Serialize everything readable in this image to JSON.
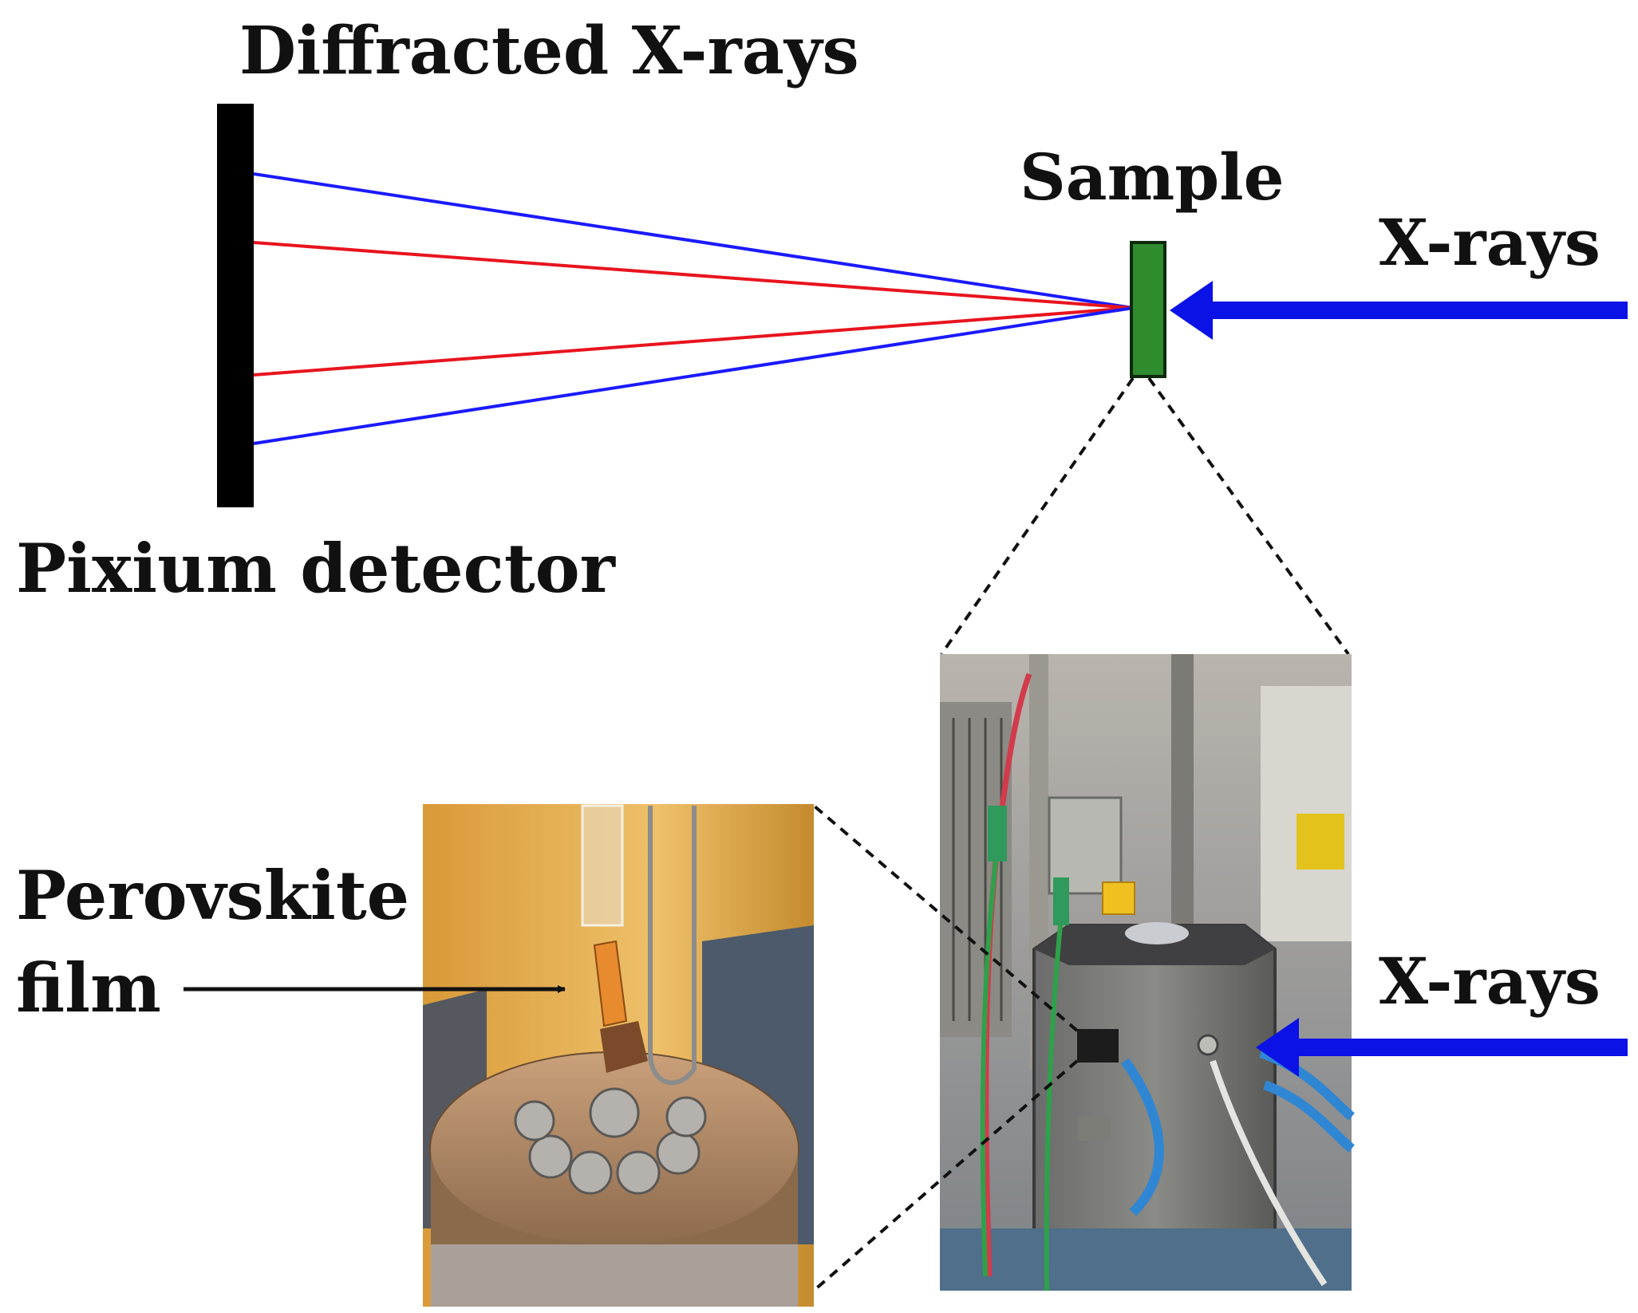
{
  "labels": {
    "diffracted": "Diffracted X-rays",
    "sample": "Sample",
    "xrays_top": "X-rays",
    "detector": "Pixium detector",
    "perovskite_line1": "Perovskite",
    "perovskite_line2": "film",
    "xrays_bottom": "X-rays"
  },
  "colors": {
    "detector": "#000000",
    "sample_fill": "#2e8b2e",
    "beam_outer": "#1a1aff",
    "beam_inner": "#e8141e",
    "xray_arrow": "#0a12e6",
    "zoom_lines": "#111111"
  },
  "photos": [
    {
      "name": "furnace-cell-photo",
      "description_hidden": true
    },
    {
      "name": "perovskite-film-closeup-photo",
      "description_hidden": true
    }
  ]
}
